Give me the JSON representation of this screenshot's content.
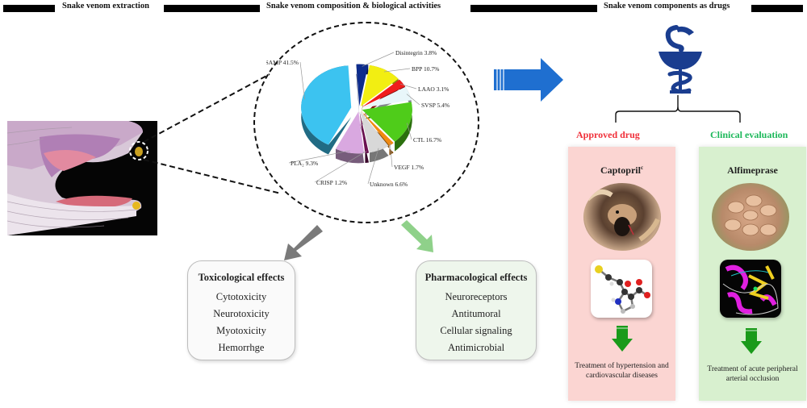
{
  "headers": {
    "extraction": "Snake venom extraction",
    "composition": "Snake venom composition & biological activities",
    "drugs": "Snake venom components as drugs"
  },
  "photo": {
    "subject": "snake-mouth-venom-extraction"
  },
  "chart_data": {
    "type": "pie",
    "title": "Snake venom composition",
    "slices": [
      {
        "label": "SAMP",
        "value": 41.5,
        "color": "#3cc3f0"
      },
      {
        "label": "Disintegrin",
        "value": 3.8,
        "color": "#0d2c8c"
      },
      {
        "label": "BPP",
        "value": 10.7,
        "color": "#f2ee12"
      },
      {
        "label": "LAAO",
        "value": 3.1,
        "color": "#f01c1c"
      },
      {
        "label": "SVSP",
        "value": 5.4,
        "color": "#e8f6fa"
      },
      {
        "label": "CTL",
        "value": 16.7,
        "color": "#4fcc1a"
      },
      {
        "label": "VEGF",
        "value": 1.7,
        "color": "#f08a12"
      },
      {
        "label": "Unknown",
        "value": 6.6,
        "color": "#d8d8d8"
      },
      {
        "label": "CRISP",
        "value": 1.2,
        "color": "#6a1050"
      },
      {
        "label": "PLA2",
        "value": 9.3,
        "color": "#d9a8e0"
      }
    ],
    "display_labels": {
      "SAMP": "SAMP 41.5%",
      "Disintegrin": "Disintegrin 3.8%",
      "BPP": "BPP 10.7%",
      "LAAO": "LAAO 3.1%",
      "SVSP": "SVSP 5.4%",
      "CTL": "CTL 16.7%",
      "VEGF": "VEGF 1.7%",
      "Unknown": "Unknown 6.6%",
      "CRISP": "CRISP 1.2%",
      "PLA2": "PLA₂ 9.3%"
    }
  },
  "toxicological": {
    "title": "Toxicological effects",
    "items": [
      "Cytotoxicity",
      "Neurotoxicity",
      "Myotoxicity",
      "Hemorrhge"
    ]
  },
  "pharmacological": {
    "title": "Pharmacological effects",
    "items": [
      "Neuroreceptors",
      "Antitumoral",
      "Cellular signaling",
      "Antimicrobial"
    ]
  },
  "approved": {
    "category": "Approved drug",
    "category_color": "#f0303a",
    "drug": "Captopril",
    "drug_superscript": "c",
    "note": "Treatment of hypertension and cardiovascular diseases",
    "panel_color": "#fbd5d2"
  },
  "clinical": {
    "category": "Clinical  evaluation",
    "category_color": "#1cb85a",
    "drug": "Alfimeprase",
    "note": "Treatment of acute peripheral arterial occlusion",
    "panel_color": "#d8f0cf"
  },
  "colors": {
    "blue_arrow": "#1f6fd0",
    "gray_arrow": "#7a7a7a",
    "green_arrow": "#8fd18a",
    "down_arrow": "#1a9a1a",
    "pharmacy_symbol": "#1a3d8f"
  }
}
